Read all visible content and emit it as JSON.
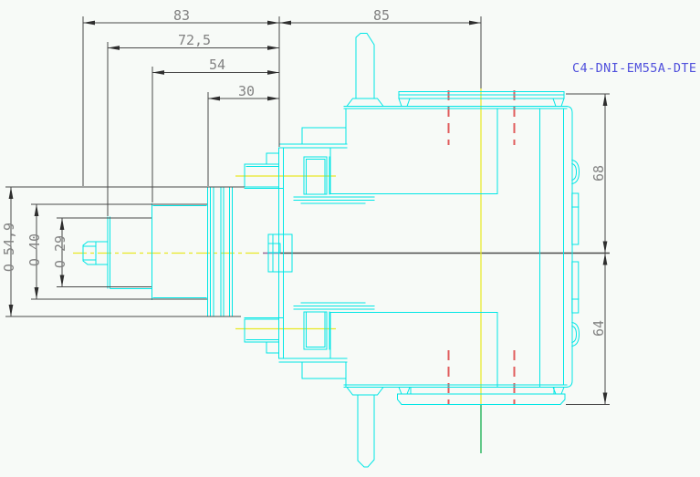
{
  "annotation": {
    "part_number": "C4-DNI-EM55A-DTE"
  },
  "dimensions": {
    "top": {
      "d83": "83",
      "d72_5": "72,5",
      "d54": "54",
      "d30": "30",
      "d85": "85"
    },
    "right": {
      "d68": "68",
      "d64": "64"
    },
    "diameters": {
      "d54_9": "O 54,9",
      "d40": "O 40",
      "d29": "O 29"
    }
  },
  "colors": {
    "background": "#f7faf7",
    "part": "#00e6e6",
    "dimension_lines": "#4a4a4a",
    "arrowheads": "#2e2e2e",
    "text": "#828282",
    "annotation_blue": "#5050dc",
    "centerline_yellow": "#e8e824",
    "centerline_green": "#00a840",
    "centerline_purple": "#996699",
    "hole_marks_red": "#e05c5c"
  }
}
